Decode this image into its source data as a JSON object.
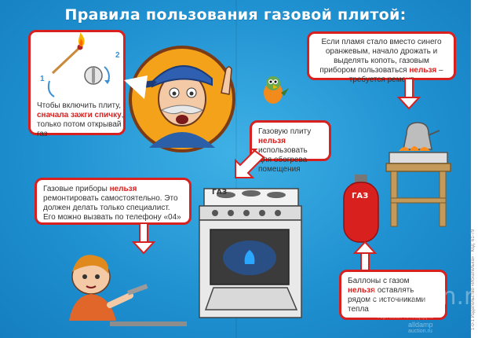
{
  "title": "Правила пользования газовой плитой:",
  "tips": {
    "ignite": {
      "step_1": "1",
      "step_2": "2",
      "text_before": "Чтобы включить плиту, ",
      "text_warn": "сначала зажги спичку",
      "text_after": ", только потом открывай газ"
    },
    "flame": {
      "text_before": "Если пламя стало вместо синего оранжевым, начало дрожать и выделять копоть, газовым прибором пользоваться ",
      "text_warn": "нельзя",
      "text_after": " – требуется ремонт"
    },
    "heating": {
      "text_before": "Газовую плиту ",
      "text_warn": "нельзя",
      "text_after": " использовать для обогрева помещения"
    },
    "repair": {
      "text_before": "Газовые приборы ",
      "text_warn": "нельзя",
      "text_after": " ремонтировать самостоятельно. Это должен делать только специалист. Его можно вызвать по телефону «04»"
    },
    "cylinders": {
      "text_before": "Баллоны с газом ",
      "text_warn": "нельзя",
      "text_after": " оставлять рядом с источниками тепла"
    }
  },
  "illustrations": {
    "stove_label": "ГАЗ",
    "cylinder_label": "ГАЗ"
  },
  "watermarks": {
    "site": "Auction.ru",
    "line_1": "торговая площадка",
    "line_2": "alldamp",
    "line_3": "auction.ru"
  },
  "side_print": "1-0-1 Издательство «Искателька» · Код: 61-79"
}
